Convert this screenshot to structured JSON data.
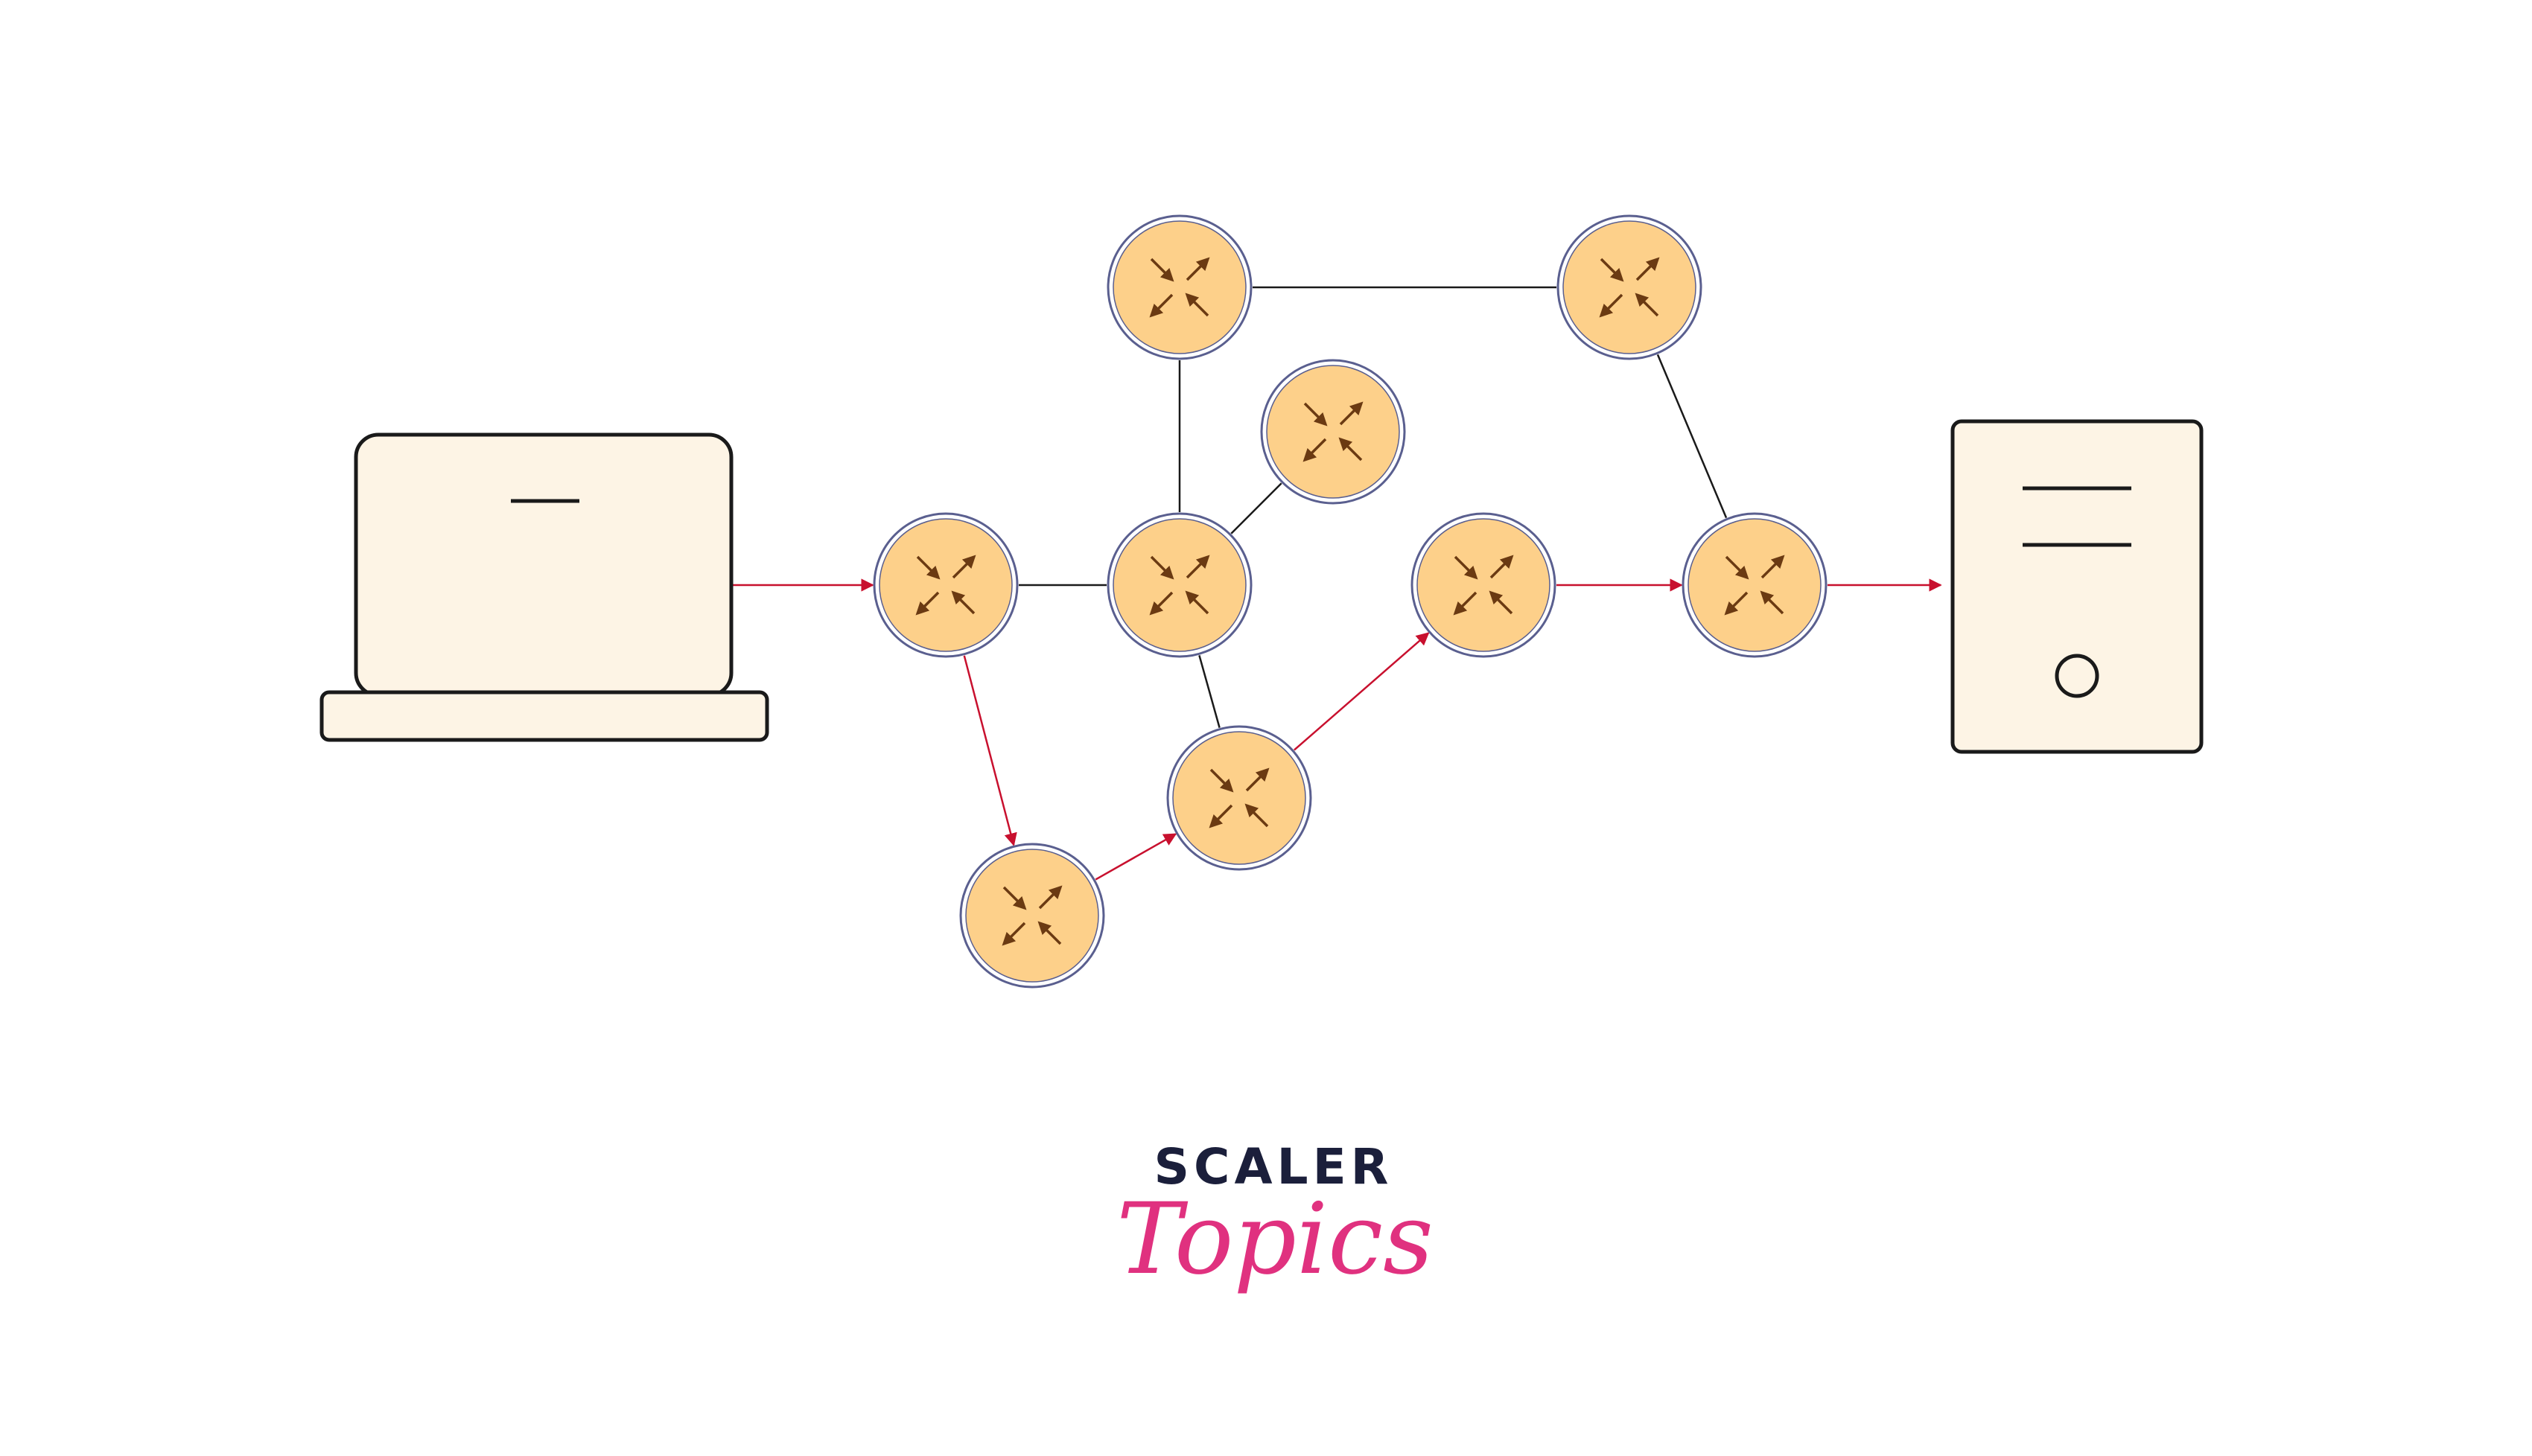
{
  "brand": {
    "wordmark": "SCALER",
    "script": "Topics",
    "wordmark_color": "#1b1f3b",
    "script_color": "#e0317f"
  },
  "colors": {
    "device_fill": "#fdf4e5",
    "device_stroke": "#1a1a1a",
    "router_fill": "#fdd08a",
    "router_ring": "#5a5f8f",
    "router_arrow": "#6b3a12",
    "path_color": "#c8102e",
    "link_color": "#1a1a1a"
  },
  "icons": {
    "source": "laptop-icon",
    "destination": "server-icon",
    "router": "router-icon"
  },
  "nodes": [
    {
      "id": "r-top-left",
      "kind": "router"
    },
    {
      "id": "r-top-right",
      "kind": "router"
    },
    {
      "id": "r-upper-mid",
      "kind": "router"
    },
    {
      "id": "r-entry",
      "kind": "router"
    },
    {
      "id": "r-center",
      "kind": "router"
    },
    {
      "id": "r-mid-right",
      "kind": "router"
    },
    {
      "id": "r-exit",
      "kind": "router"
    },
    {
      "id": "r-lower-mid",
      "kind": "router"
    },
    {
      "id": "r-bottom",
      "kind": "router"
    }
  ],
  "links": [
    {
      "from": "r-top-left",
      "to": "r-top-right",
      "on_path": false
    },
    {
      "from": "r-top-left",
      "to": "r-center",
      "on_path": false
    },
    {
      "from": "r-upper-mid",
      "to": "r-center",
      "on_path": false
    },
    {
      "from": "r-entry",
      "to": "r-center",
      "on_path": false
    },
    {
      "from": "r-center",
      "to": "r-lower-mid",
      "on_path": false
    },
    {
      "from": "r-top-right",
      "to": "r-exit",
      "on_path": false
    },
    {
      "from": "laptop",
      "to": "r-entry",
      "on_path": true
    },
    {
      "from": "r-entry",
      "to": "r-bottom",
      "on_path": true
    },
    {
      "from": "r-bottom",
      "to": "r-lower-mid",
      "on_path": true
    },
    {
      "from": "r-lower-mid",
      "to": "r-mid-right",
      "on_path": true
    },
    {
      "from": "r-mid-right",
      "to": "r-exit",
      "on_path": true
    },
    {
      "from": "r-exit",
      "to": "server",
      "on_path": true
    }
  ]
}
